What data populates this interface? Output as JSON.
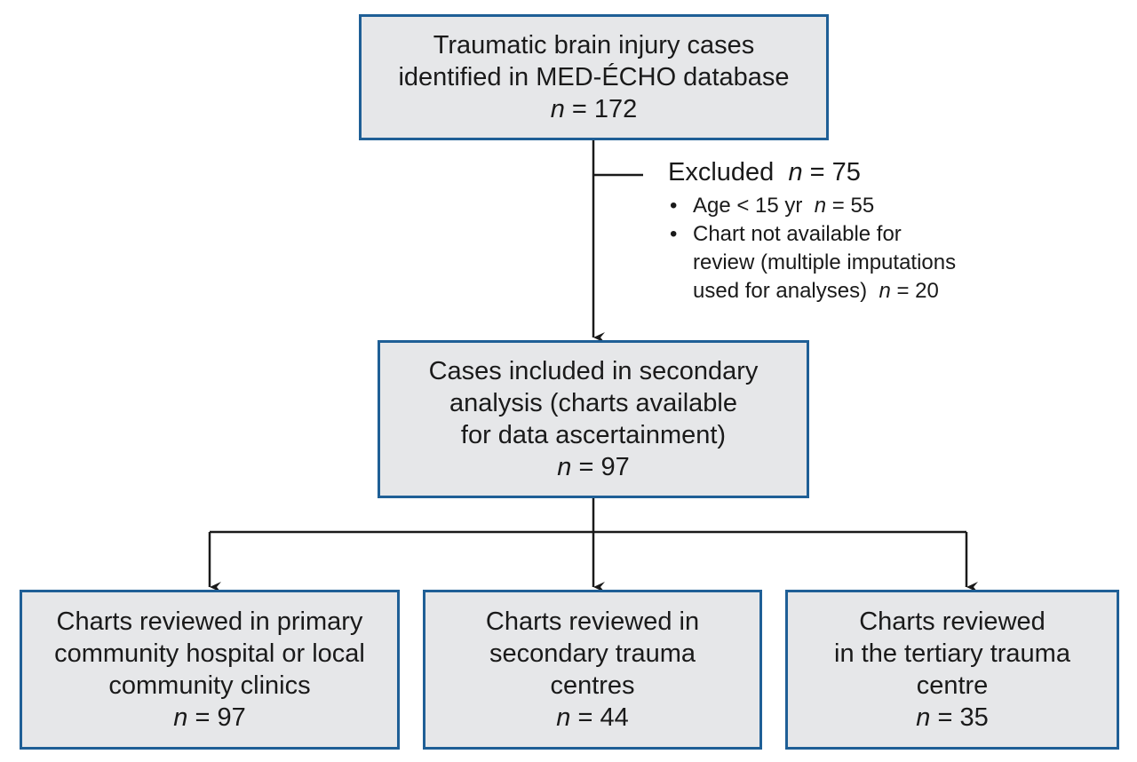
{
  "boxes": {
    "top": {
      "lines": [
        "Traumatic brain injury cases",
        "identified in MED-ÉCHO database"
      ],
      "n": "172"
    },
    "mid": {
      "lines": [
        "Cases included in secondary",
        "analysis (charts available",
        "for data ascertainment)"
      ],
      "n": "97"
    },
    "left": {
      "lines": [
        "Charts reviewed in primary",
        "community hospital or local",
        "community clinics"
      ],
      "n": "97"
    },
    "center": {
      "lines": [
        "Charts reviewed in",
        "secondary trauma",
        "centres"
      ],
      "n": "44"
    },
    "right": {
      "lines": [
        "Charts reviewed",
        "in the tertiary trauma",
        "centre"
      ],
      "n": "35"
    }
  },
  "n_symbol": "n",
  "equals": " = ",
  "excluded": {
    "label": "Excluded",
    "n": "75",
    "bullet_symbol": "•",
    "items": [
      {
        "lines": [
          "Age < 15 yr"
        ],
        "n": "55"
      },
      {
        "lines": [
          "Chart not available for",
          "review (multiple imputations",
          "used for analyses)"
        ],
        "n": "20"
      }
    ]
  },
  "colors": {
    "box_fill": "#e6e7e9",
    "box_border": "#1f5f96",
    "line": "#1a1a1a"
  }
}
